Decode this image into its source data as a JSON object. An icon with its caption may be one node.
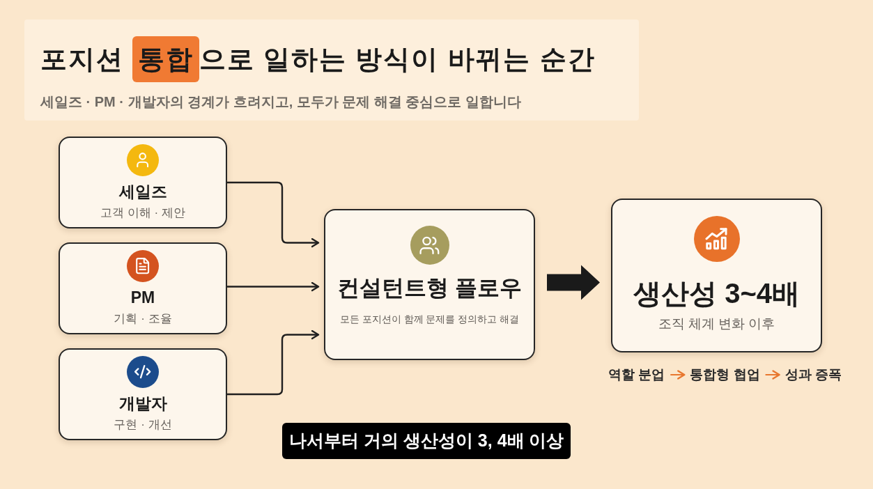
{
  "diagram": {
    "title": "포지션 **통합**으로 일하는 방식이 바뀌는 순간",
    "nodes": [
      {
        "text": [
          "세일즈",
          "고객 이해 · 제안"
        ]
      },
      {
        "text": [
          "PM",
          "기획 · 조율"
        ]
      },
      {
        "text": [
          "개발자",
          "구현 · 개선"
        ]
      },
      {
        "text": [
          "컨설턴트형 플로우",
          "모든 포지션이 함께 문제를 정의하고 해결"
        ]
      },
      {
        "text": [
          "생산성 3~4배",
          "조직 체계 변화 이후"
        ]
      },
      {
        "text": [
          "역할 분업"
        ]
      },
      {
        "text": [
          "통합형 협업"
        ]
      },
      {
        "text": [
          "성과 증폭"
        ]
      }
    ],
    "edges": [
      {
        "from": 0,
        "to": 3,
        "arrow": "to"
      },
      {
        "from": 1,
        "to": 3,
        "arrow": "to"
      },
      {
        "from": 2,
        "to": 3,
        "arrow": "to"
      },
      {
        "from": 3,
        "to": 4,
        "arrow": "to",
        "style": "thick"
      },
      {
        "from": 5,
        "to": 6,
        "arrow": "to",
        "color": "#e8772e"
      },
      {
        "from": 6,
        "to": 7,
        "arrow": "to",
        "color": "#e8772e"
      }
    ],
    "labels": [
      "세일즈 · PM · 개발자의 경계가 흐려지고, 모두가 문제 해결 중심으로 일합니다",
      "나서부터 거의 생산성이 3, 4배 이상"
    ]
  }
}
